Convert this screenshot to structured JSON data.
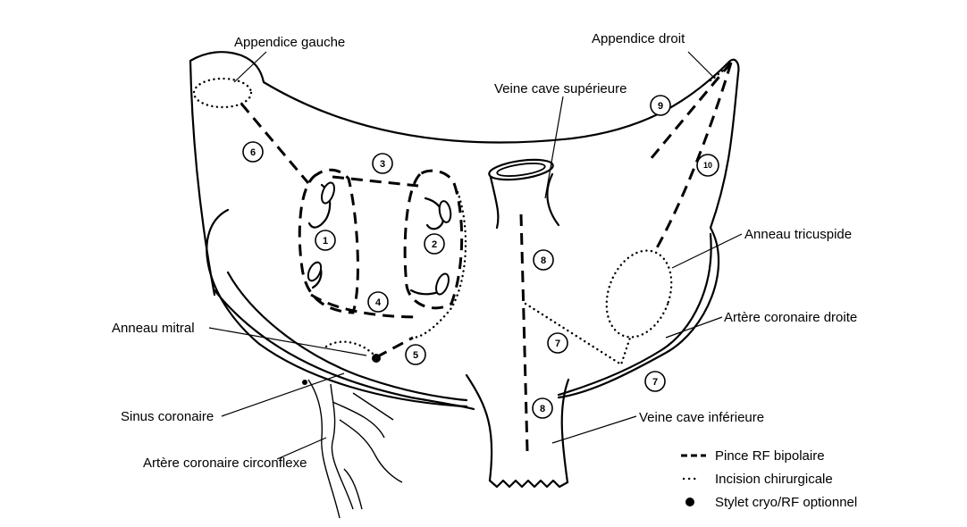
{
  "labels": {
    "appendice_gauche": "Appendice gauche",
    "appendice_droit": "Appendice droit",
    "veine_cave_superieure": "Veine cave supérieure",
    "anneau_tricuspide": "Anneau tricuspide",
    "artere_coronaire_droite": "Artère coronaire droite",
    "anneau_mitral": "Anneau mitral",
    "sinus_coronaire": "Sinus coronaire",
    "artere_coronaire_circonflexe": "Artère coronaire circonflexe",
    "veine_cave_inferieure": "Veine cave inférieure"
  },
  "markers": [
    "1",
    "2",
    "3",
    "4",
    "5",
    "6",
    "7",
    "7",
    "8",
    "8",
    "9",
    "10"
  ],
  "legend": [
    {
      "symbol": "dashed-line",
      "label": "Pince RF bipolaire"
    },
    {
      "symbol": "dotted-line",
      "label": "Incision chirurgicale"
    },
    {
      "symbol": "filled-dot",
      "label": "Stylet cryo/RF optionnel"
    }
  ]
}
